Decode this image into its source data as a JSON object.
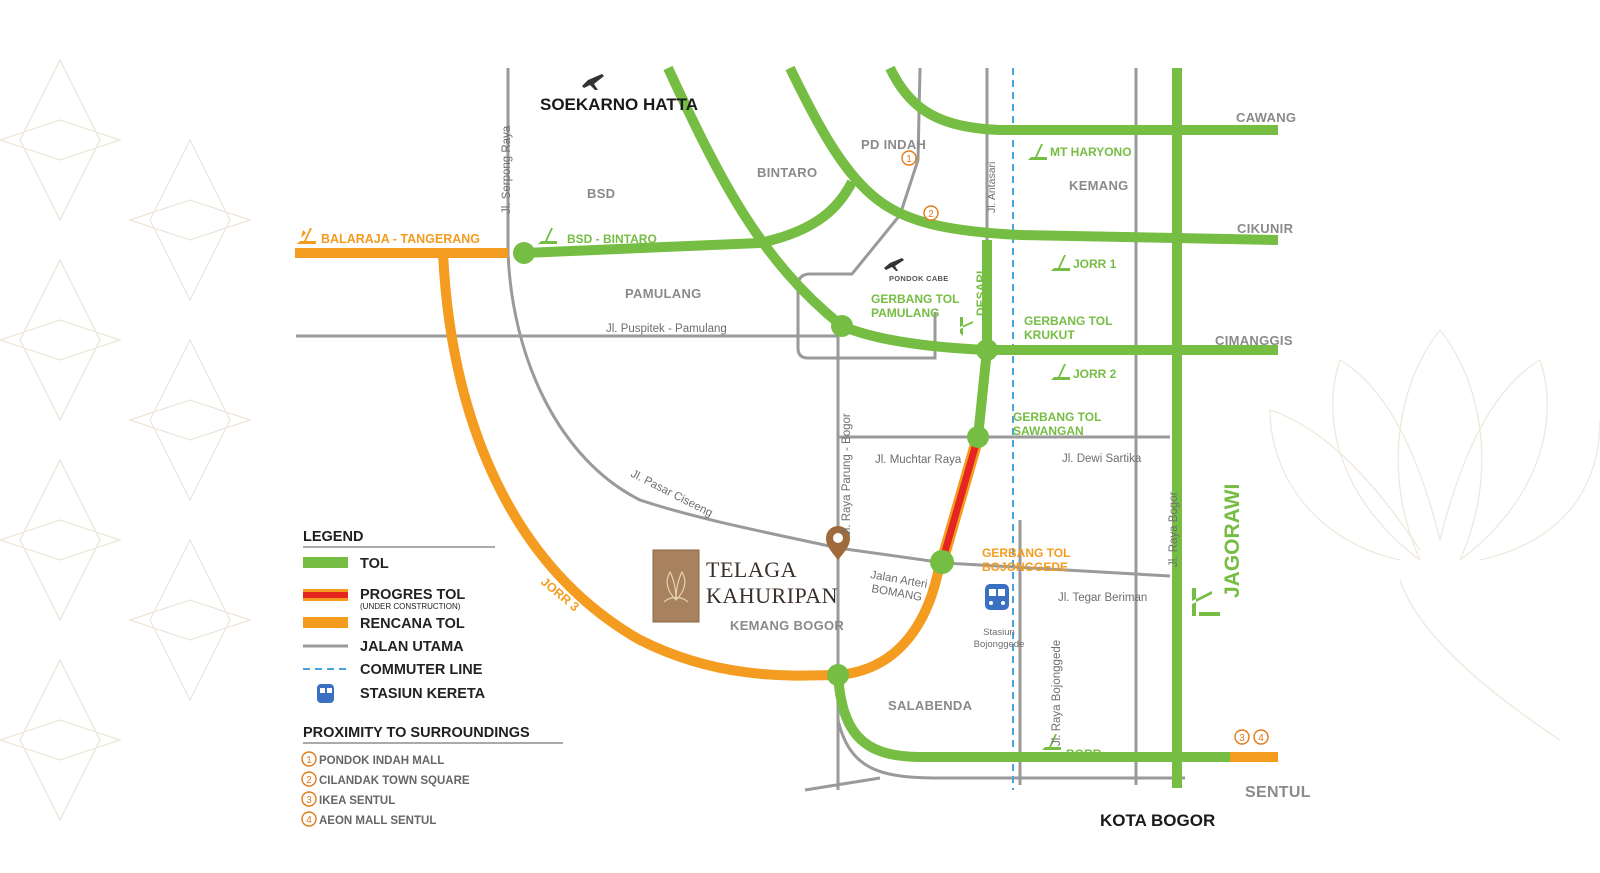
{
  "areas": {
    "soekarno_hatta": "SOEKARNO HATTA",
    "bsd": "BSD",
    "bintaro": "BINTARO",
    "pd_indah": "PD INDAH",
    "kemang": "KEMANG",
    "pamulang": "PAMULANG",
    "pondok_cabe": "PONDOK CABE",
    "kemang_bogor": "KEMANG BOGOR",
    "salabenda": "SALABENDA",
    "kota_bogor": "KOTA BOGOR",
    "sentul": "SENTUL",
    "cawang": "CAWANG",
    "cikunir": "CIKUNIR",
    "cimanggis": "CIMANGGIS"
  },
  "toll_labels": {
    "balaraja": "BALARAJA - TANGERANG",
    "bsd_bintaro": "BSD - BINTARO",
    "mt_haryono": "MT HARYONO",
    "jorr1": "JORR 1",
    "jorr2": "JORR 2",
    "jorr3": "JORR 3",
    "desari": "DESARI",
    "borr": "BORR",
    "jagorawi": "JAGORAWI",
    "gt_pamulang_1": "GERBANG TOL",
    "gt_pamulang_2": "PAMULANG",
    "gt_krukut_1": "GERBANG TOL",
    "gt_krukut_2": "KRUKUT",
    "gt_sawangan_1": "GERBANG TOL",
    "gt_sawangan_2": "SAWANGAN",
    "gt_bojonggede_1": "GERBANG TOL",
    "gt_bojonggede_2": "BOJONGGEDE"
  },
  "roads": {
    "serpong": "Jl. Serpong Raya",
    "antasari": "Jl. Antasari",
    "puspitek": "Jl. Puspitek - Pamulang",
    "parung": "Jl. Raya Parung - Bogor",
    "muchtar": "Jl. Muchtar Raya",
    "dewi": "Jl. Dewi Sartika",
    "pasar_ciseeng": "Jl. Pasar Ciseeng",
    "arteri_1": "Jalan Arteri",
    "arteri_2": "BOMANG",
    "tegar": "Jl. Tegar Beriman",
    "raya_bogor": "Jl. Raya Bogor",
    "bojonggede": "Jl. Raya Bojonggede"
  },
  "station": {
    "line1": "Stasiun",
    "line2": "Bojonggede"
  },
  "brand": {
    "line1": "TELAGA",
    "line2": "KAHURIPAN"
  },
  "markers": {
    "m1": "1",
    "m2": "2",
    "m3": "3",
    "m4": "4"
  },
  "legend": {
    "title": "LEGEND",
    "items": [
      {
        "label": "TOL",
        "color": "#76bd43"
      },
      {
        "label": "PROGRES TOL",
        "sub": "(UNDER CONSTRUCTION)",
        "color": "#e5251f"
      },
      {
        "label": "RENCANA TOL",
        "color": "#f39c1f"
      },
      {
        "label": "JALAN UTAMA",
        "color": "#9a9a9a"
      },
      {
        "label": "COMMUTER LINE",
        "color": "#4aa3df"
      },
      {
        "label": "STASIUN KERETA",
        "color": "#3b6fc2"
      }
    ]
  },
  "proximity": {
    "title": "PROXIMITY TO SURROUNDINGS",
    "items": [
      {
        "num": "1",
        "label": "PONDOK INDAH MALL"
      },
      {
        "num": "2",
        "label": "CILANDAK TOWN SQUARE"
      },
      {
        "num": "3",
        "label": "IKEA SENTUL"
      },
      {
        "num": "4",
        "label": "AEON MALL SENTUL"
      }
    ]
  },
  "colors": {
    "toll": "#76bd43",
    "under_construction": "#e5251f",
    "planned": "#f39c1f",
    "main_road": "#9a9a9a",
    "commuter": "#4aa3df",
    "station": "#3b6fc2"
  }
}
